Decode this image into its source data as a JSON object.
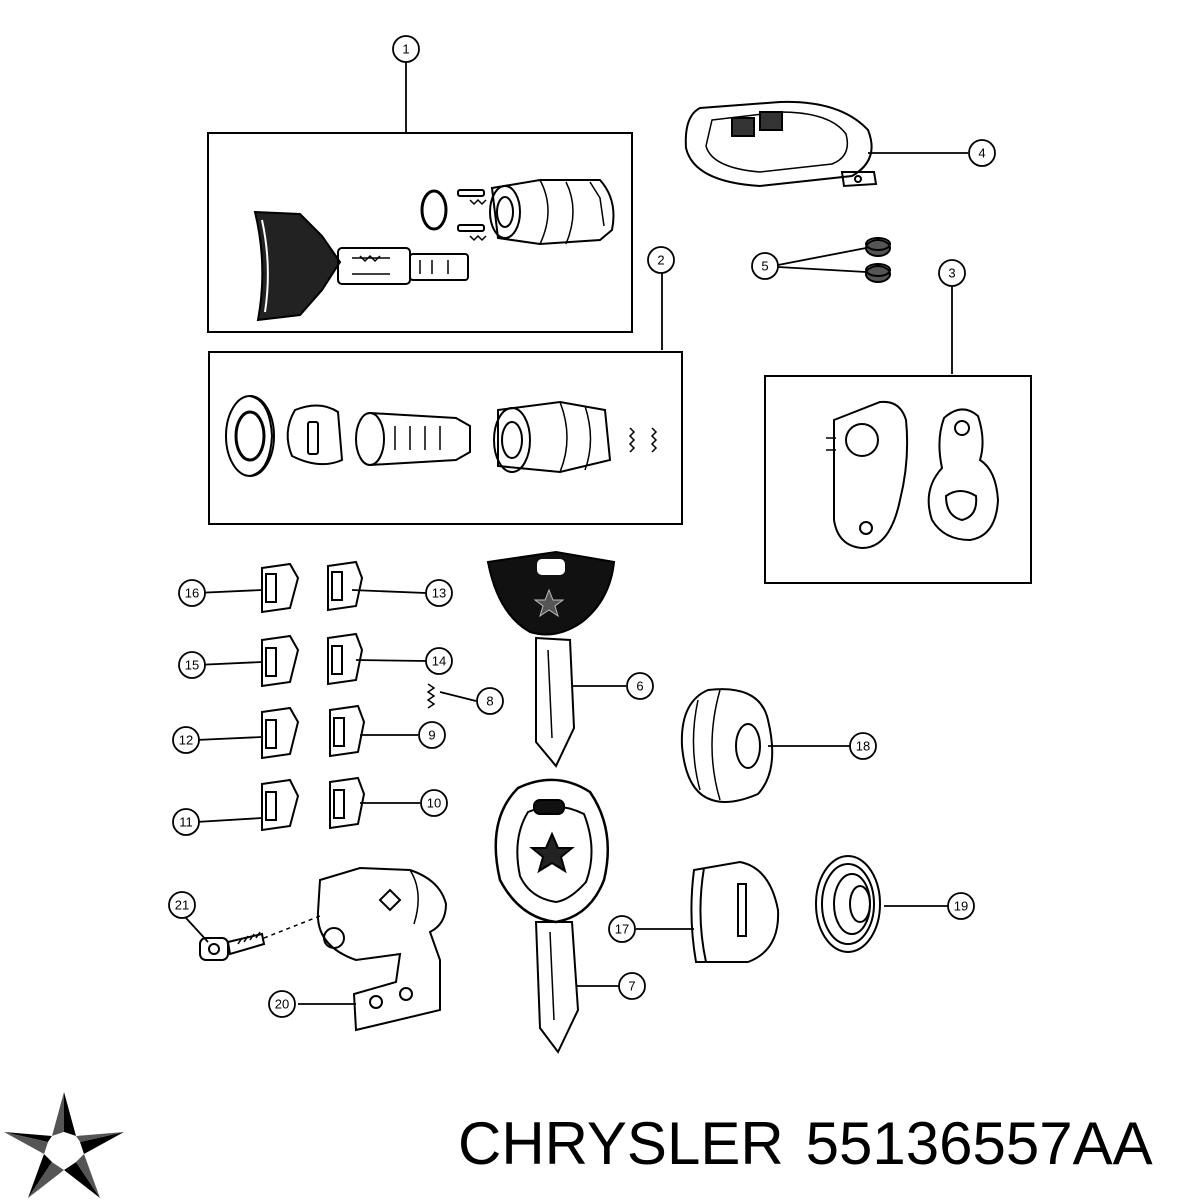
{
  "callouts": [
    "1",
    "2",
    "3",
    "4",
    "5",
    "6",
    "7",
    "8",
    "9",
    "10",
    "11",
    "12",
    "13",
    "14",
    "15",
    "16",
    "17",
    "18",
    "19",
    "20",
    "21"
  ],
  "footer": {
    "brand": "CHRYSLER",
    "part_number": "55136557AA"
  },
  "colors": {
    "line": "#000000",
    "background": "#ffffff"
  },
  "icons": {
    "logo": "chrysler-pentastar-icon"
  }
}
